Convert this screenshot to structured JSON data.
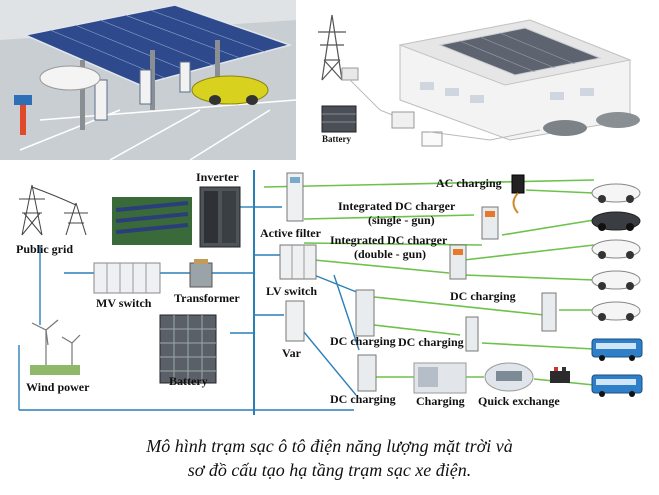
{
  "photo_building": {
    "battery_label": "Battery"
  },
  "diagram": {
    "inverter": "Inverter",
    "public_grid": "Public grid",
    "mv_switch": "MV switch",
    "transformer": "Transformer",
    "wind_power": "Wind power",
    "battery": "Battery",
    "active_filter": "Active filter",
    "lv_switch": "LV switch",
    "var": "Var",
    "ac_charging": "AC charging",
    "dc_single_1": "Integrated DC charger",
    "dc_single_2": "(single - gun)",
    "dc_double_1": "Integrated DC charger",
    "dc_double_2": "(double - gun)",
    "dc_charging_a": "DC charging",
    "dc_charging_b": "DC charging",
    "dc_charging_c": "DC charging",
    "dc_charging_d": "DC charging",
    "charging": "Charging",
    "quick_exchange": "Quick exchange"
  },
  "caption": {
    "line1": "Mô hình trạm sạc ô tô điện năng lượng mặt trời và",
    "line2": "sơ đồ cấu tạo hạ tầng trạm sạc xe điện."
  },
  "colors": {
    "bus_line": "#2a7fb8",
    "green_line": "#6cc24a",
    "panel_blue": "#2e4a8c",
    "car_yellow": "#d8d21e"
  }
}
